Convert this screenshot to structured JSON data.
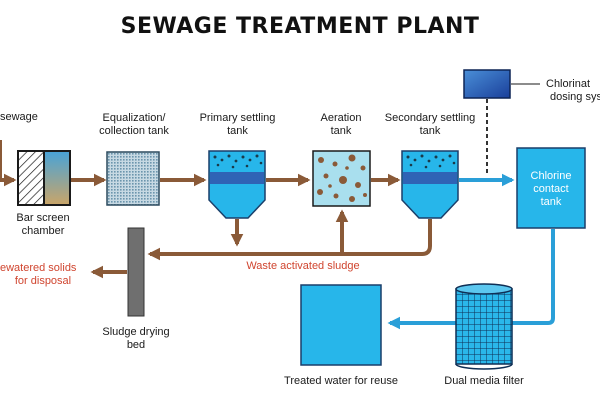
{
  "title": "SEWAGE TREATMENT PLANT",
  "labels": {
    "sewage": "sewage",
    "bar_screen_1": "Bar screen",
    "bar_screen_2": "chamber",
    "equalization_1": "Equalization/",
    "equalization_2": "collection tank",
    "primary_1": "Primary settling",
    "primary_2": "tank",
    "aeration_1": "Aeration",
    "aeration_2": "tank",
    "secondary_1": "Secondary settling",
    "secondary_2": "tank",
    "chlorine_dosing_1": "Chlorinat",
    "chlorine_dosing_2": "dosing sys",
    "contact_1": "Chlorine",
    "contact_2": "contact",
    "contact_3": "tank",
    "waste_sludge": "Waste activated sludge",
    "dewatered_1": "ewatered solids",
    "dewatered_2": "for disposal",
    "drying_bed_1": "Sludge drying",
    "drying_bed_2": "bed",
    "treated_water": "Treated water for reuse",
    "dual_filter": "Dual media filter"
  },
  "colors": {
    "brown_flow": "#8a5a38",
    "blue_flow": "#2a9fd8",
    "tank_blue": "#27b6ea",
    "band_blue": "#2f63b5",
    "sludge_label": "#d0452f"
  }
}
